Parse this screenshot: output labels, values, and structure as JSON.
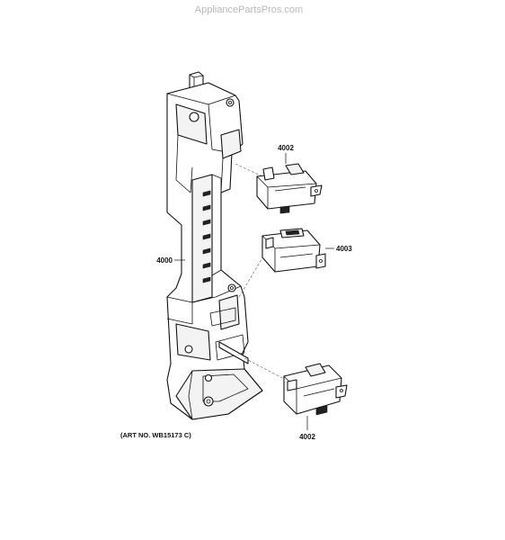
{
  "watermark": "AppliancePartsPros.com",
  "art_number": "(ART NO. WB15173 C)",
  "callouts": {
    "bracket": "4000",
    "switch_top": "4002",
    "switch_middle": "4003",
    "switch_bottom": "4002"
  }
}
